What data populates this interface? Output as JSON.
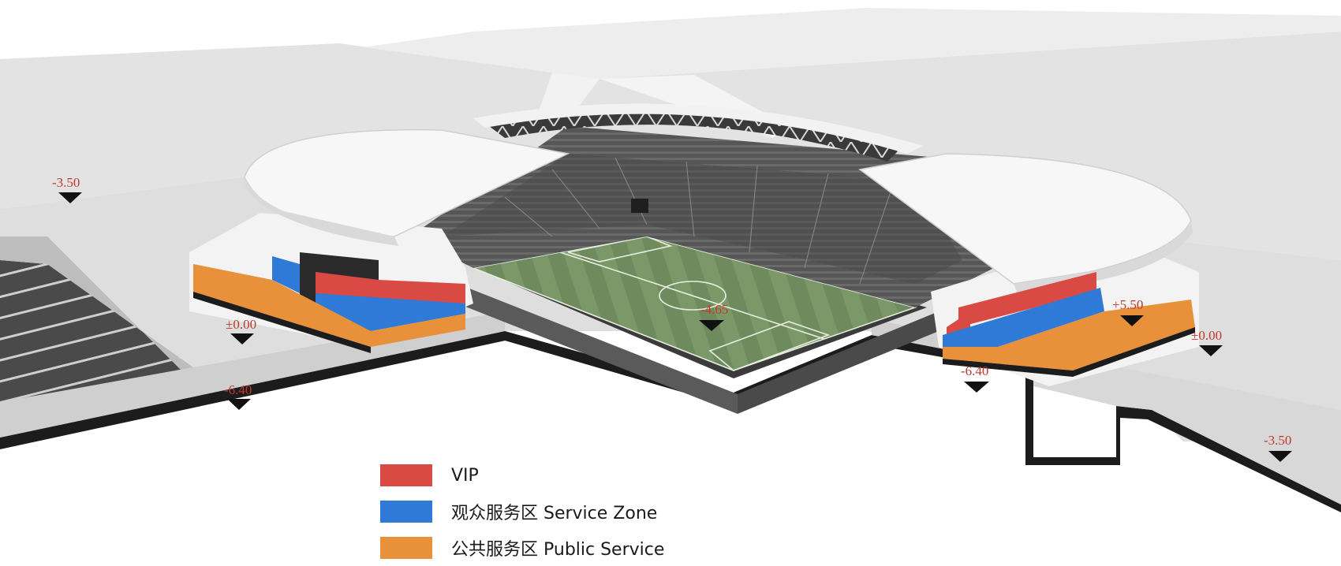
{
  "colors": {
    "vip": "#d94a45",
    "service_zone": "#2f7ad6",
    "public_service": "#e8913a",
    "elevation_text": "#c0392b"
  },
  "legend": [
    {
      "label": "VIP",
      "color": "#d94a45"
    },
    {
      "label": "观众服务区 Service Zone",
      "color": "#2f7ad6"
    },
    {
      "label": "公共服务区 Public Service",
      "color": "#e8913a"
    }
  ],
  "elevations": {
    "top_left": "-3.50",
    "left_ground": "±0.00",
    "left_basement": "-6.40",
    "pitch": "-4.65",
    "right_upper": "+5.50",
    "right_ground": "±0.00",
    "right_basement": "-6.40",
    "bottom_right": "-3.50"
  }
}
